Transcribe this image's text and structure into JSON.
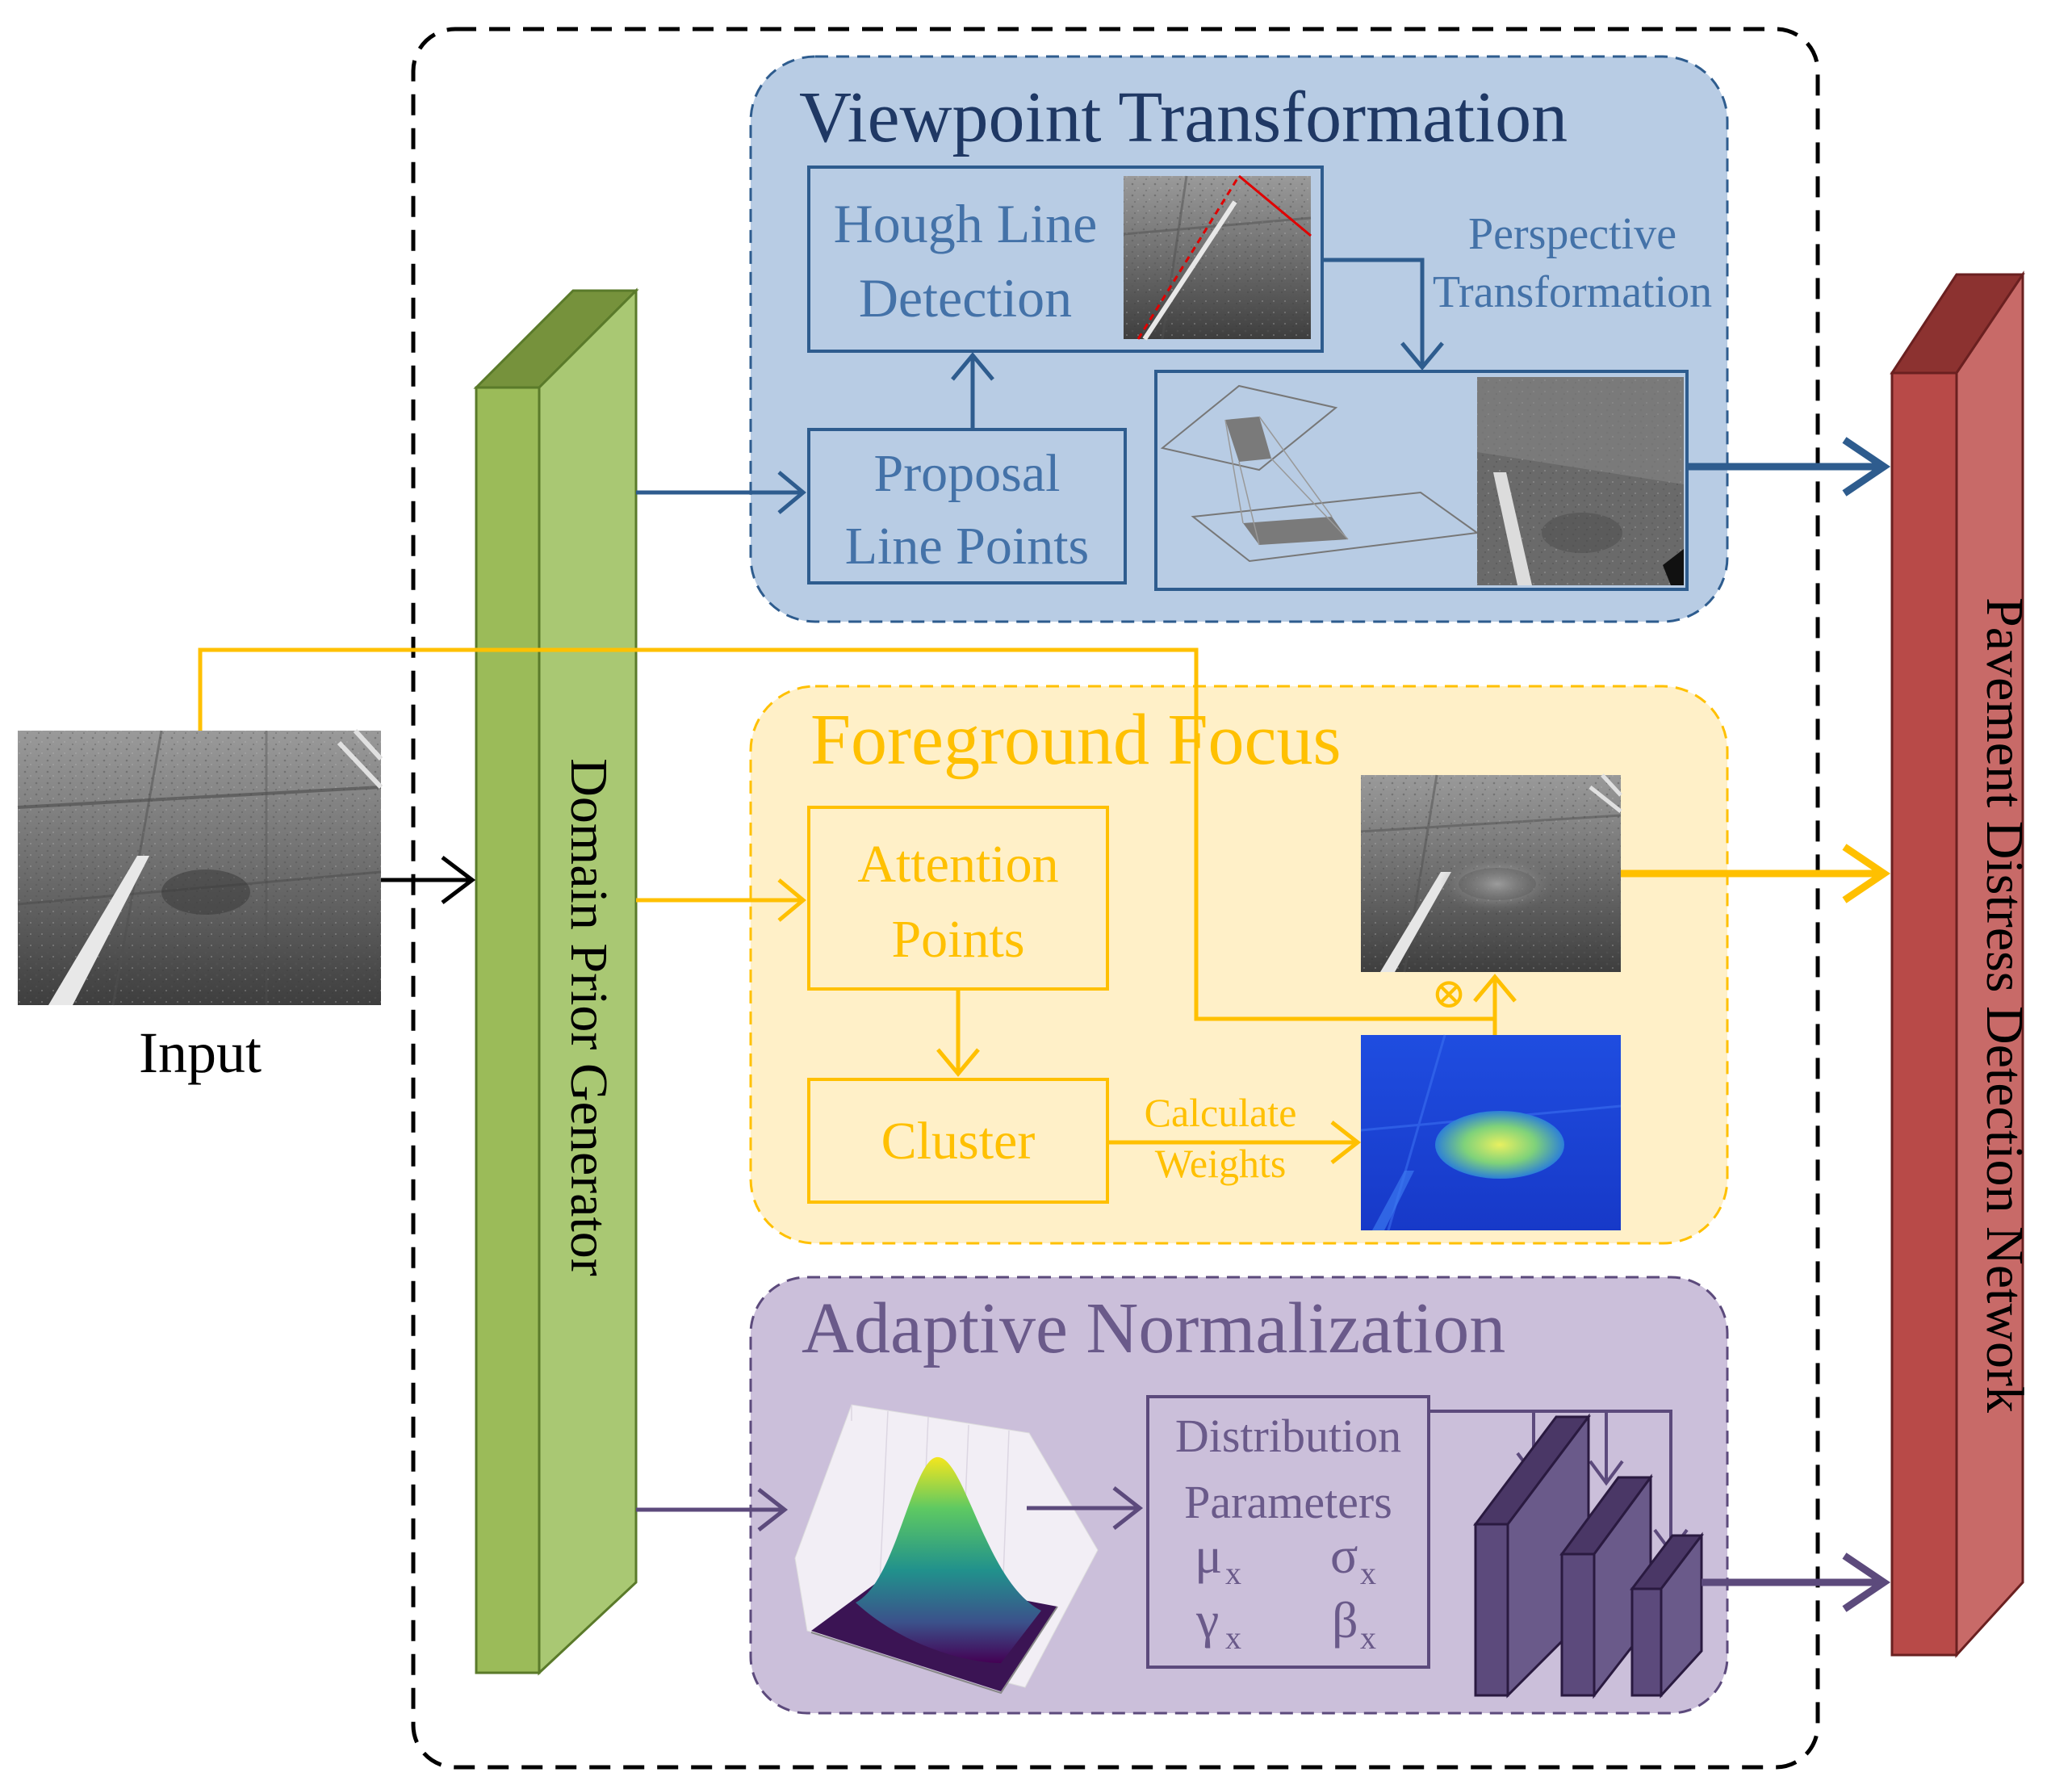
{
  "input": {
    "label": "Input"
  },
  "generator": {
    "label": "Domain Prior Generator"
  },
  "network": {
    "label": "Pavement Distress Detection Network"
  },
  "viewpoint": {
    "title": "Viewpoint Transformation",
    "hough_line1": "Hough Line",
    "hough_line2": "Detection",
    "proposal_line1": "Proposal",
    "proposal_line2": "Line Points",
    "perspective_line1": "Perspective",
    "perspective_line2": "Transformation"
  },
  "foreground": {
    "title": "Foreground Focus",
    "attention_line1": "Attention",
    "attention_line2": "Points",
    "cluster": "Cluster",
    "calc_line1": "Calculate",
    "calc_line2": "Weights",
    "multiply_symbol": "⊗"
  },
  "adaptive": {
    "title": "Adaptive Normalization",
    "dist_line1": "Distribution",
    "dist_line2": "Parameters",
    "mu": "μ",
    "sigma": "σ",
    "gamma": "γ",
    "beta": "β",
    "subscript": "x"
  },
  "colors": {
    "blue": "#2E5C8E",
    "blue_text": "#4472A8",
    "blue_fill": "#B8CCE4",
    "yellow": "#FFC000",
    "yellow_fill": "#FFF0C8",
    "purple": "#5C4A7C",
    "purple_text": "#6A5A8A",
    "purple_fill": "#CBBFDA",
    "green": "#9BBB59",
    "red": "#C0504D"
  }
}
